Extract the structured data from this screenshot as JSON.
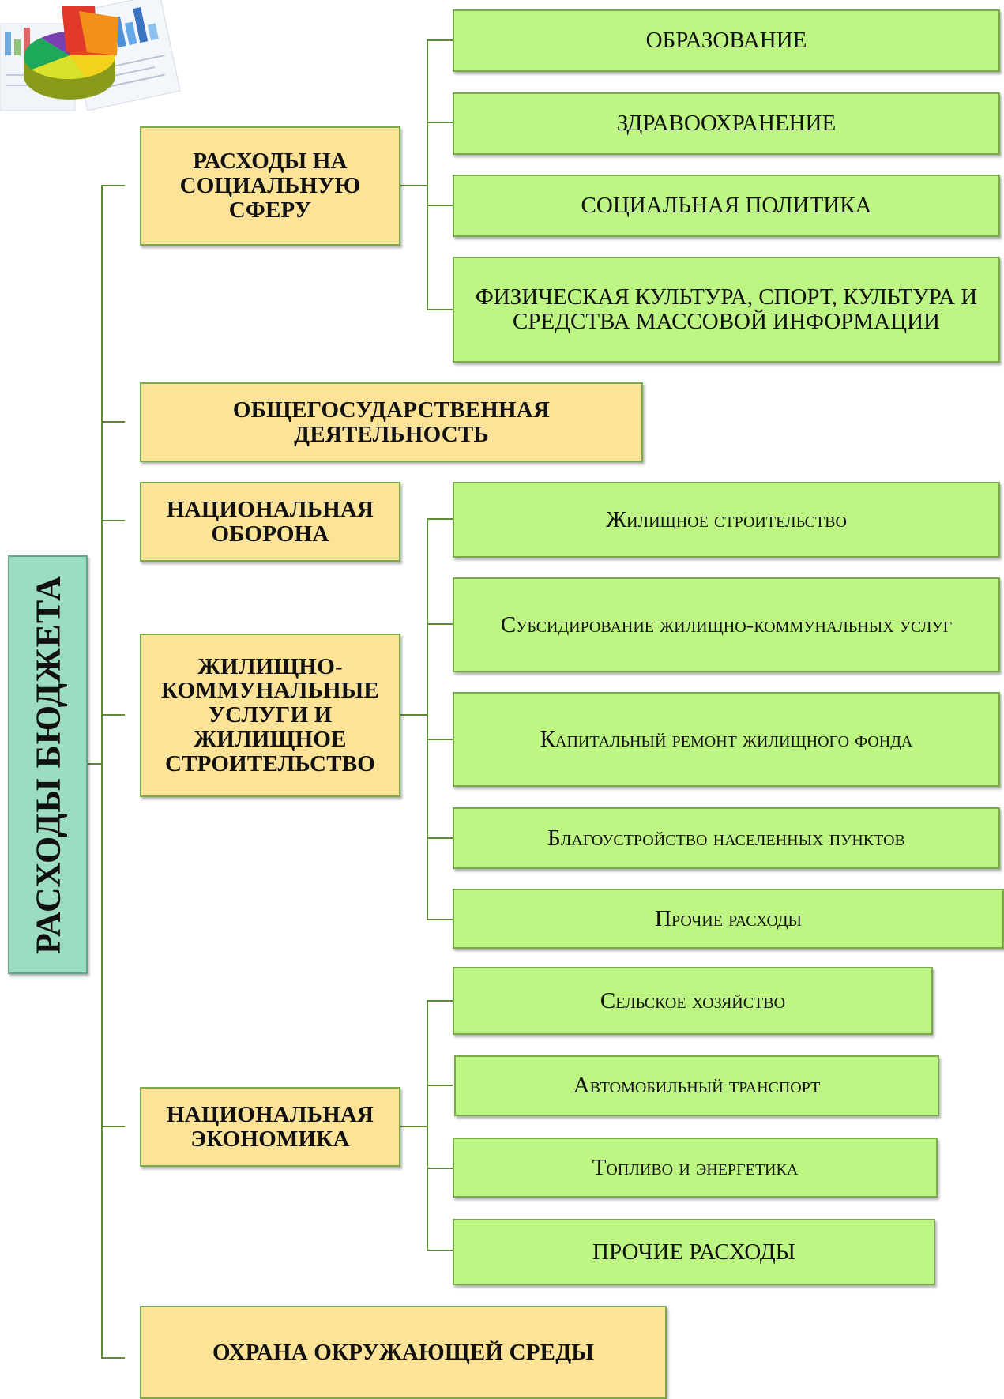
{
  "root": {
    "title": "РАСХОДЫ БЮДЖЕТА"
  },
  "categories": [
    {
      "label": "РАСХОДЫ НА СОЦИАЛЬНУЮ СФЕРУ",
      "items": [
        "ОБРАЗОВАНИЕ",
        "ЗДРАВООХРАНЕНИЕ",
        "СОЦИАЛЬНАЯ ПОЛИТИКА",
        "ФИЗИЧЕСКАЯ КУЛЬТУРА, СПОРТ, КУЛЬТУРА И СРЕДСТВА МАССОВОЙ ИНФОРМАЦИИ"
      ]
    },
    {
      "label": "ОБЩЕГОСУДАРСТВЕННАЯ ДЕЯТЕЛЬНОСТЬ"
    },
    {
      "label": "НАЦИОНАЛЬНАЯ ОБОРОНА"
    },
    {
      "label": "ЖИЛИЩНО-КОММУНАЛЬНЫЕ УСЛУГИ И ЖИЛИЩНОЕ СТРОИТЕЛЬСТВО",
      "items": [
        "Жилищное строительство",
        "Субсидирование жилищно-коммунальных услуг",
        "Капитальный ремонт жилищного фонда",
        "Благоустройство населенных пунктов",
        "Прочие расходы"
      ]
    },
    {
      "label": "НАЦИОНАЛЬНАЯ ЭКОНОМИКА",
      "items": [
        "Сельское хозяйство",
        "Автомобильный транспорт",
        "Топливо и энергетика",
        "ПРОЧИЕ РАСХОДЫ"
      ]
    },
    {
      "label": "ОХРАНА ОКРУЖАЮЩЕЙ СРЕДЫ"
    }
  ],
  "colors": {
    "root": "#9cdcc0",
    "category": "#fde398",
    "item": "#bdf682",
    "connector": "#5e8a36"
  },
  "icons": {
    "corner_image": "pie-chart-icon"
  }
}
